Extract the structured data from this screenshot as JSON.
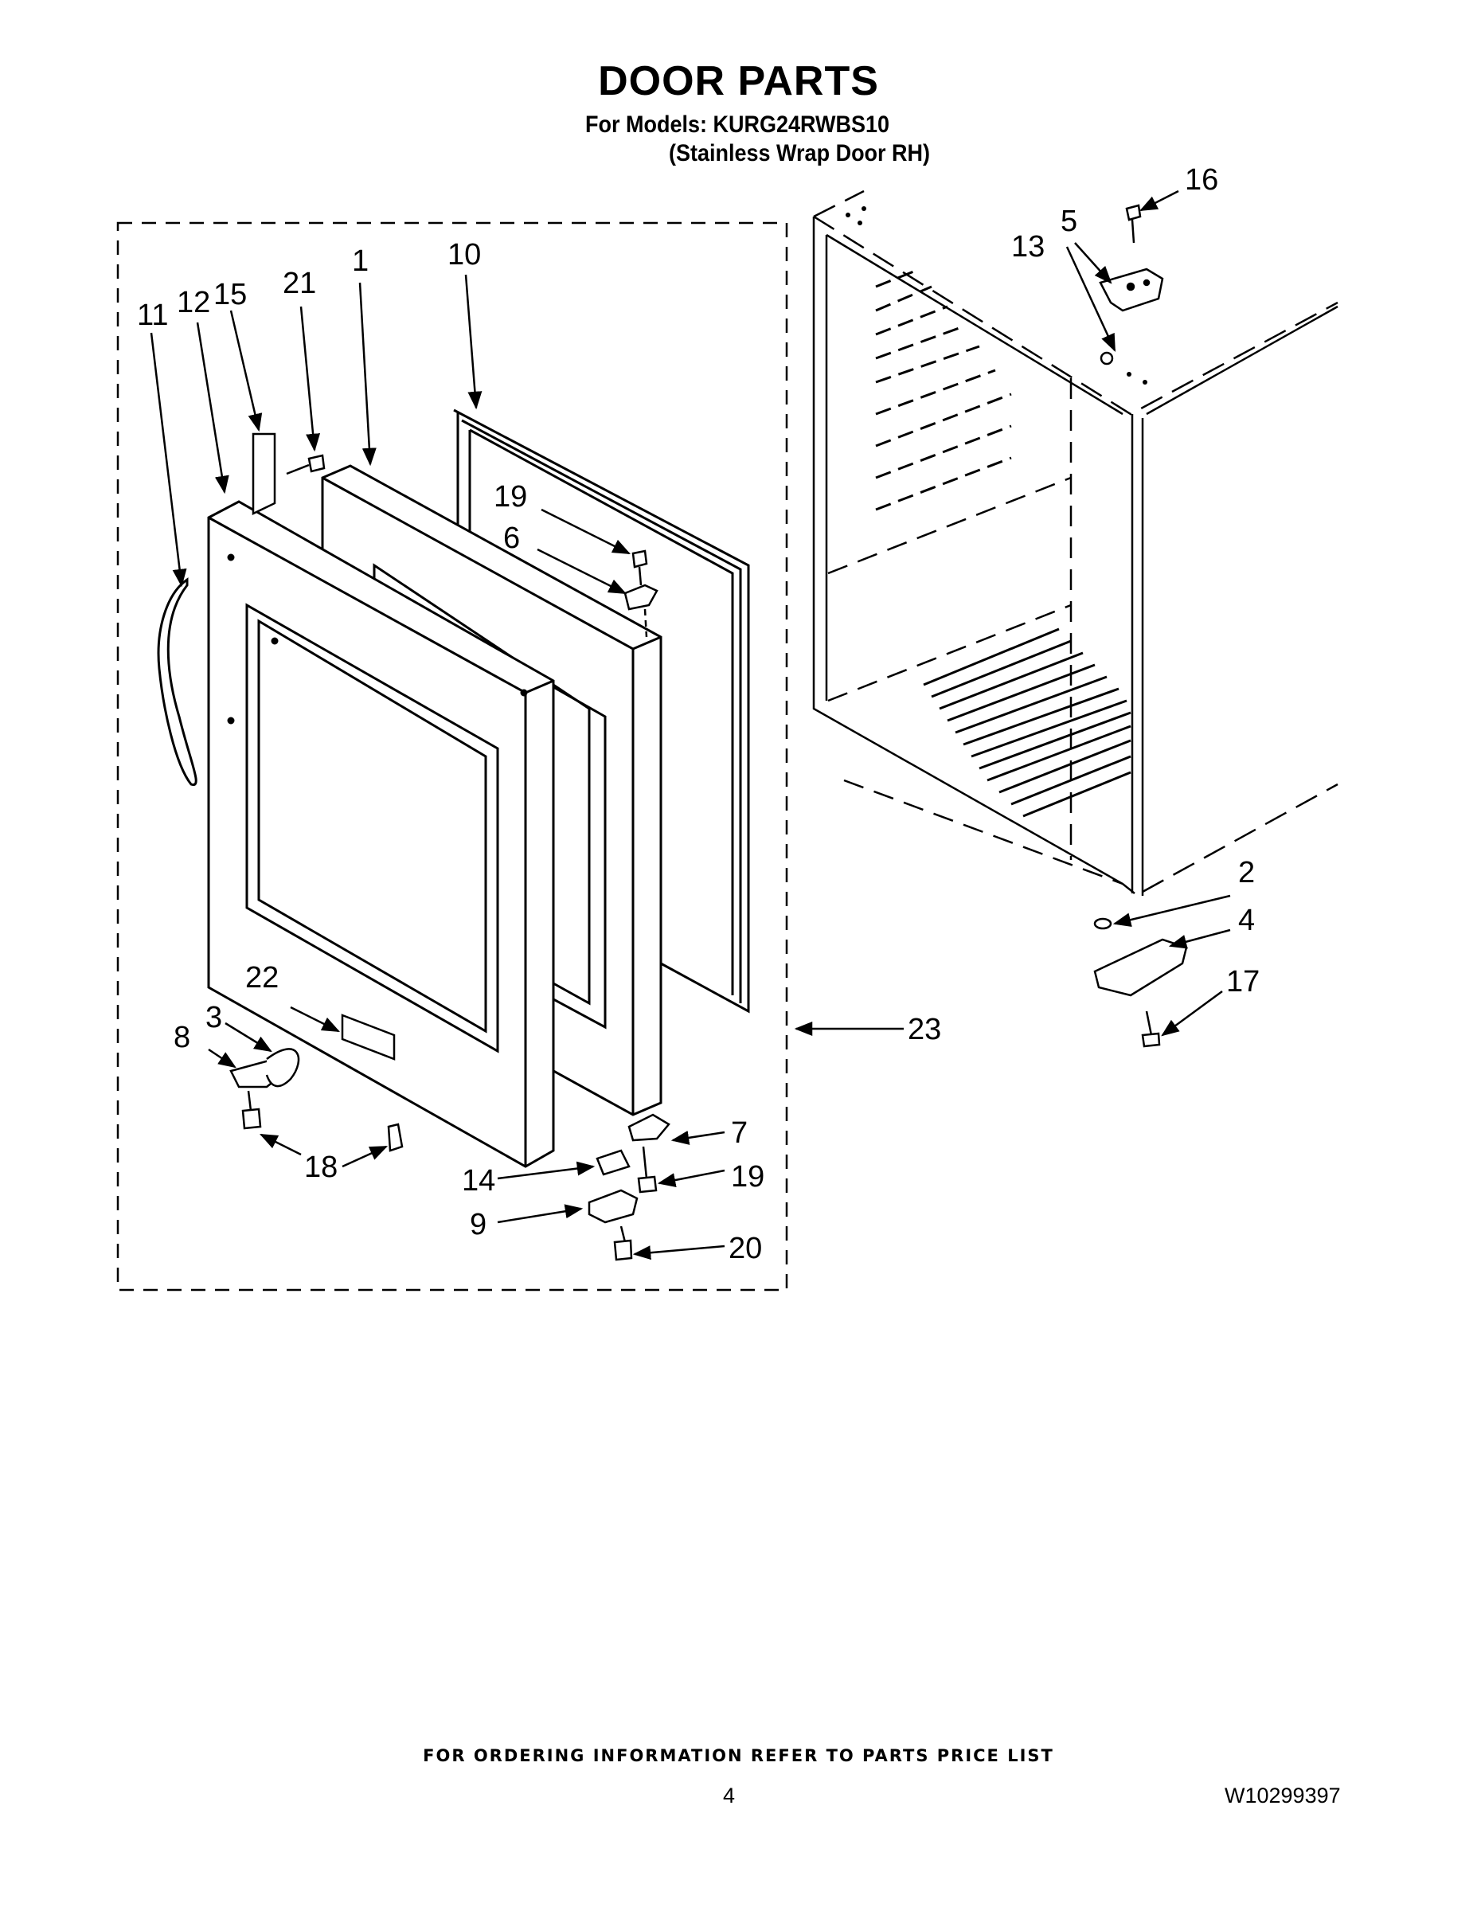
{
  "header": {
    "title": "DOOR PARTS",
    "models_line": "For Models: KURG24RWBS10",
    "variant_line": "(Stainless Wrap Door RH)"
  },
  "callouts": {
    "c1": "1",
    "c2": "2",
    "c3": "3",
    "c4": "4",
    "c5": "5",
    "c6": "6",
    "c7": "7",
    "c8": "8",
    "c9": "9",
    "c10": "10",
    "c11": "11",
    "c12": "12",
    "c13": "13",
    "c14": "14",
    "c15": "15",
    "c16": "16",
    "c17": "17",
    "c18": "18",
    "c19a": "19",
    "c19b": "19",
    "c20": "20",
    "c21": "21",
    "c22": "22",
    "c23": "23"
  },
  "footer": {
    "ordering_note": "FOR ORDERING INFORMATION REFER TO PARTS PRICE LIST",
    "page_number": "4",
    "document_number": "W10299397"
  }
}
